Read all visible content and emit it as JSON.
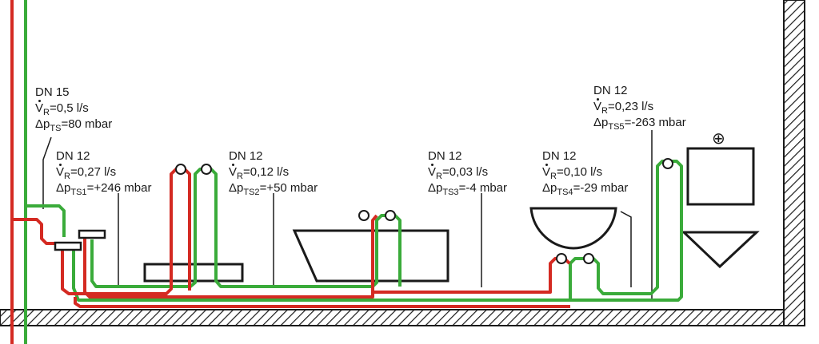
{
  "colors": {
    "supply": "#d42a22",
    "return": "#3aab3a",
    "outline": "#1a1a1a"
  },
  "labels": [
    {
      "dn": "DN 15",
      "v_sym": "V",
      "v_sub": "R",
      "v_val": "=0,5 l/s",
      "dp_sym": "Δp",
      "dp_sub": "TS",
      "dp_val": "=80 mbar"
    },
    {
      "dn": "DN 12",
      "v_sym": "V",
      "v_sub": "R",
      "v_val": "=0,27 l/s",
      "dp_sym": "Δp",
      "dp_sub": "TS1",
      "dp_val": "=+246 mbar"
    },
    {
      "dn": "DN 12",
      "v_sym": "V",
      "v_sub": "R",
      "v_val": "=0,12 l/s",
      "dp_sym": "Δp",
      "dp_sub": "TS2",
      "dp_val": "=+50 mbar"
    },
    {
      "dn": "DN 12",
      "v_sym": "V",
      "v_sub": "R",
      "v_val": "=0,03 l/s",
      "dp_sym": "Δp",
      "dp_sub": "TS3",
      "dp_val": "=-4 mbar"
    },
    {
      "dn": "DN 12",
      "v_sym": "V",
      "v_sub": "R",
      "v_val": "=0,10 l/s",
      "dp_sym": "Δp",
      "dp_sub": "TS4",
      "dp_val": "=-29 mbar"
    },
    {
      "dn": "DN 12",
      "v_sym": "V",
      "v_sub": "R",
      "v_val": "=0,23 l/s",
      "dp_sym": "Δp",
      "dp_sub": "TS5",
      "dp_val": "=-263 mbar"
    }
  ],
  "heater_symbol": "⊕",
  "icons": [
    "plus-icon"
  ]
}
